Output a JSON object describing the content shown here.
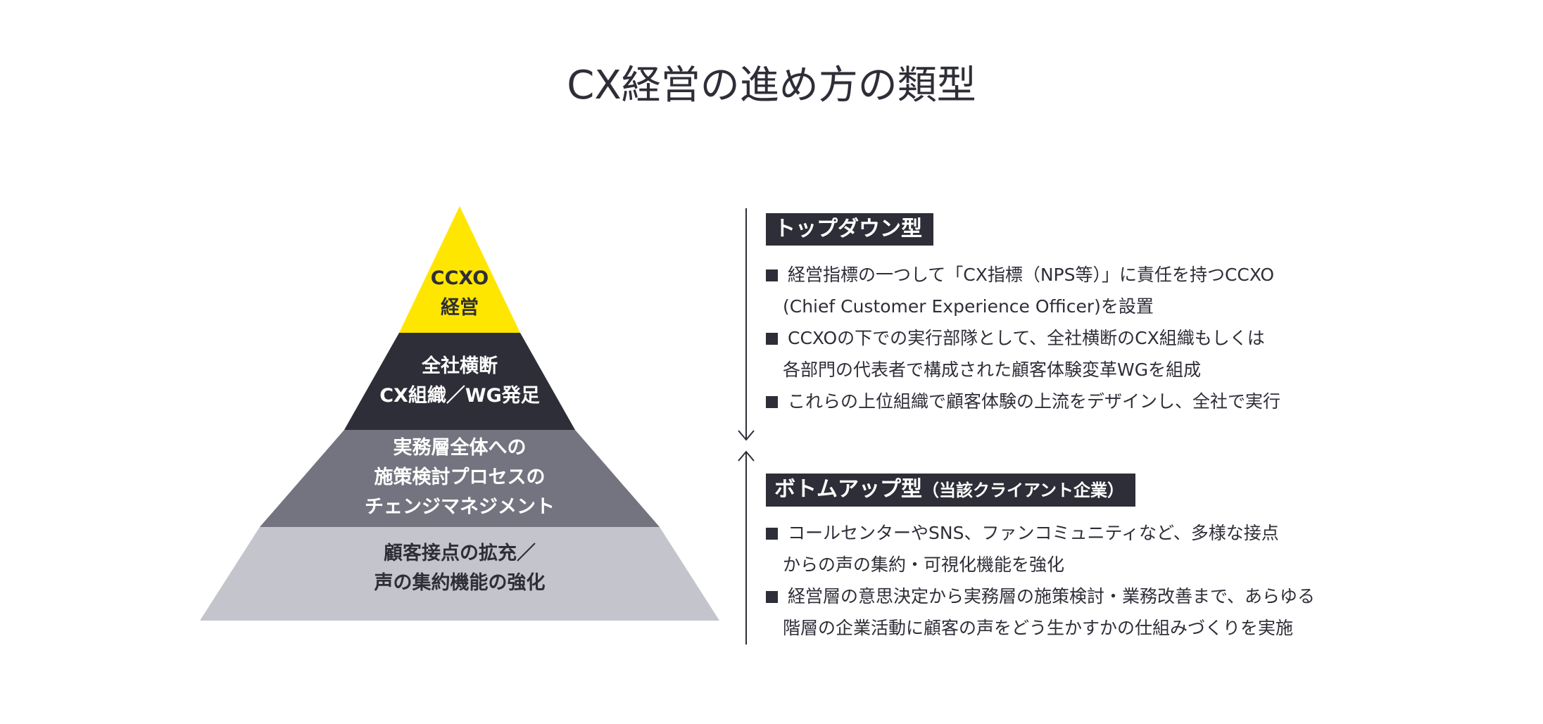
{
  "title": "CX経営の進め方の類型",
  "pyramid": {
    "levels": [
      {
        "lines": [
          "CCXO",
          "経営"
        ],
        "color": "#ffe600",
        "text_color": "#2e2e38"
      },
      {
        "lines": [
          "全社横断",
          "CX組織／WG発足"
        ],
        "color": "#2e2e38",
        "text_color": "#ffffff"
      },
      {
        "lines": [
          "実務層全体への",
          "施策検討プロセスの",
          "チェンジマネジメント"
        ],
        "color": "#747480",
        "text_color": "#ffffff"
      },
      {
        "lines": [
          "顧客接点の拡充／",
          "声の集約機能の強化"
        ],
        "color": "#c4c4cd",
        "text_color": "#2e2e38"
      }
    ]
  },
  "top_down": {
    "heading": "トップダウン型",
    "items": [
      {
        "line1": "経営指標の一つして「CX指標（NPS等）」に責任を持つCCXO",
        "line2": "(Chief Customer Experience Officer)を設置"
      },
      {
        "line1": "CCXOの下での実行部隊として、全社横断のCX組織もしくは",
        "line2": "各部門の代表者で構成された顧客体験変革WGを組成"
      },
      {
        "line1": "これらの上位組織で顧客体験の上流をデザインし、全社で実行",
        "line2": ""
      }
    ]
  },
  "bottom_up": {
    "heading": "ボトムアップ型",
    "heading_sub": "（当該クライアント企業）",
    "items": [
      {
        "line1": "コールセンターやSNS、ファンコミュニティなど、多様な接点",
        "line2": "からの声の集約・可視化機能を強化"
      },
      {
        "line1": "経営層の意思決定から実務層の施策検討・業務改善まで、あらゆる",
        "line2": "階層の企業活動に顧客の声をどう生かすかの仕組みづくりを実施"
      }
    ]
  },
  "colors": {
    "dark": "#2e2e38",
    "yellow": "#ffe600",
    "mid_gray": "#747480",
    "light_gray": "#c4c4cd"
  }
}
